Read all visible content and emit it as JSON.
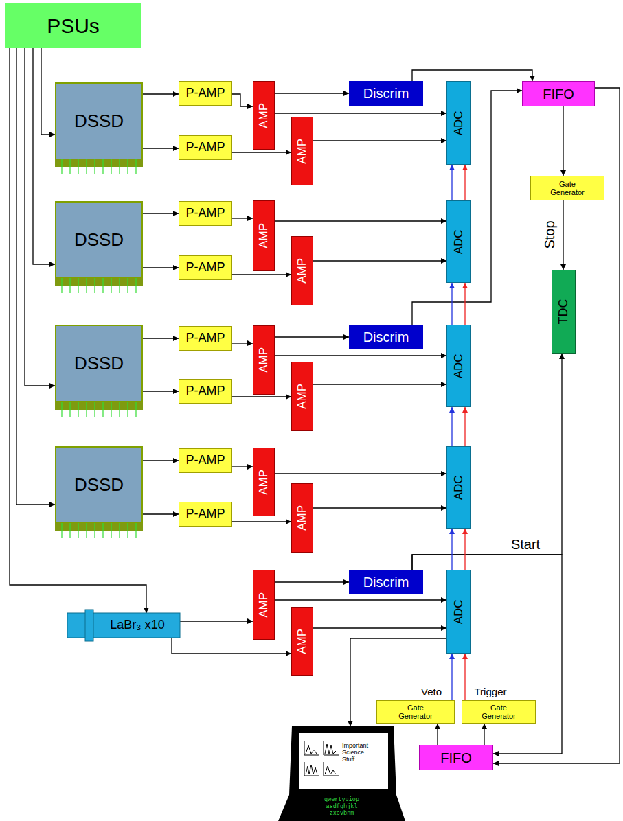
{
  "diagram": {
    "nodes": [
      {
        "text": [
          "PSUs"
        ]
      },
      {
        "text": [
          "DSSD"
        ]
      },
      {
        "text": [
          "P-AMP"
        ]
      },
      {
        "text": [
          "P-AMP"
        ]
      },
      {
        "text": [
          "AMP"
        ]
      },
      {
        "text": [
          "AMP"
        ]
      },
      {
        "text": [
          "Discrim"
        ]
      },
      {
        "text": [
          "ADC"
        ]
      },
      {
        "text": [
          "FIFO"
        ]
      },
      {
        "text": [
          "Gate Generator"
        ]
      },
      {
        "text": [
          "DSSD"
        ]
      },
      {
        "text": [
          "P-AMP"
        ]
      },
      {
        "text": [
          "P-AMP"
        ]
      },
      {
        "text": [
          "AMP"
        ]
      },
      {
        "text": [
          "AMP"
        ]
      },
      {
        "text": [
          "ADC"
        ]
      },
      {
        "text": [
          "TDC"
        ]
      },
      {
        "text": [
          "DSSD"
        ]
      },
      {
        "text": [
          "P-AMP"
        ]
      },
      {
        "text": [
          "P-AMP"
        ]
      },
      {
        "text": [
          "AMP"
        ]
      },
      {
        "text": [
          "AMP"
        ]
      },
      {
        "text": [
          "Discrim"
        ]
      },
      {
        "text": [
          "ADC"
        ]
      },
      {
        "text": [
          "DSSD"
        ]
      },
      {
        "text": [
          "P-AMP"
        ]
      },
      {
        "text": [
          "P-AMP"
        ]
      },
      {
        "text": [
          "AMP"
        ]
      },
      {
        "text": [
          "AMP"
        ]
      },
      {
        "text": [
          "ADC"
        ]
      },
      {
        "text": [
          "AMP"
        ]
      },
      {
        "text": [
          "Discrim"
        ]
      },
      {
        "text": [
          "LaBr₃ x10"
        ]
      },
      {
        "text": [
          "AMP"
        ]
      },
      {
        "text": [
          "ADC"
        ]
      },
      {
        "text": [
          "Gate Generator"
        ]
      },
      {
        "text": [
          "Gate Generator"
        ]
      },
      {
        "text": [
          "FIFO"
        ]
      },
      {
        "text": [
          "Important Science Stuff.",
          "qwertyuiop asdfghjkl zxcvbnm"
        ]
      }
    ],
    "edges": [
      {
        "from": 0,
        "to": 1,
        "arrow": "to"
      },
      {
        "from": 0,
        "to": 10,
        "arrow": "to"
      },
      {
        "from": 0,
        "to": 17,
        "arrow": "to"
      },
      {
        "from": 0,
        "to": 24,
        "arrow": "to"
      },
      {
        "from": 0,
        "to": 32,
        "arrow": "to"
      },
      {
        "from": 1,
        "to": 2,
        "arrow": "to"
      },
      {
        "from": 1,
        "to": 3,
        "arrow": "to"
      },
      {
        "from": 2,
        "to": 4,
        "arrow": "to"
      },
      {
        "from": 3,
        "to": 5,
        "arrow": "to"
      },
      {
        "from": 4,
        "to": 6,
        "arrow": "to"
      },
      {
        "from": 4,
        "to": 7,
        "arrow": "to"
      },
      {
        "from": 5,
        "to": 7,
        "arrow": "to"
      },
      {
        "from": 6,
        "to": 8,
        "arrow": "to"
      },
      {
        "from": 10,
        "to": 11,
        "arrow": "to"
      },
      {
        "from": 10,
        "to": 12,
        "arrow": "to"
      },
      {
        "from": 11,
        "to": 13,
        "arrow": "to"
      },
      {
        "from": 12,
        "to": 14,
        "arrow": "to"
      },
      {
        "from": 13,
        "to": 15,
        "arrow": "to"
      },
      {
        "from": 14,
        "to": 15,
        "arrow": "to"
      },
      {
        "from": 17,
        "to": 18,
        "arrow": "to"
      },
      {
        "from": 17,
        "to": 19,
        "arrow": "to"
      },
      {
        "from": 18,
        "to": 20,
        "arrow": "to"
      },
      {
        "from": 19,
        "to": 21,
        "arrow": "to"
      },
      {
        "from": 20,
        "to": 22,
        "arrow": "to"
      },
      {
        "from": 20,
        "to": 23,
        "arrow": "to"
      },
      {
        "from": 21,
        "to": 23,
        "arrow": "to"
      },
      {
        "from": 22,
        "to": 8,
        "arrow": "to"
      },
      {
        "from": 24,
        "to": 25,
        "arrow": "to"
      },
      {
        "from": 24,
        "to": 26,
        "arrow": "to"
      },
      {
        "from": 25,
        "to": 27,
        "arrow": "to"
      },
      {
        "from": 26,
        "to": 28,
        "arrow": "to"
      },
      {
        "from": 27,
        "to": 29,
        "arrow": "to"
      },
      {
        "from": 28,
        "to": 29,
        "arrow": "to"
      },
      {
        "from": 32,
        "to": 30,
        "arrow": "to"
      },
      {
        "from": 32,
        "to": 33,
        "arrow": "to"
      },
      {
        "from": 30,
        "to": 31,
        "arrow": "to"
      },
      {
        "from": 30,
        "to": 34,
        "arrow": "to"
      },
      {
        "from": 33,
        "to": 34,
        "arrow": "to"
      },
      {
        "from": 31,
        "to": 16,
        "label": "Start",
        "arrow": "to"
      },
      {
        "from": 31,
        "to": 37,
        "arrow": "to"
      },
      {
        "from": 8,
        "to": 9,
        "arrow": "to"
      },
      {
        "from": 9,
        "to": 16,
        "label": "Stop",
        "arrow": "to"
      },
      {
        "from": 8,
        "to": 37,
        "arrow": "to"
      },
      {
        "from": 37,
        "to": 35,
        "arrow": "to"
      },
      {
        "from": 37,
        "to": 36,
        "arrow": "to"
      },
      {
        "from": 35,
        "to": 34,
        "label": "Veto",
        "arrow": "to"
      },
      {
        "from": 36,
        "to": 34,
        "label": "Trigger",
        "arrow": "to"
      },
      {
        "from": 34,
        "to": 29,
        "arrow": "to"
      },
      {
        "from": 34,
        "to": 29,
        "arrow": "to"
      },
      {
        "from": 29,
        "to": 23,
        "arrow": "to"
      },
      {
        "from": 29,
        "to": 23,
        "arrow": "to"
      },
      {
        "from": 23,
        "to": 15,
        "arrow": "to"
      },
      {
        "from": 23,
        "to": 15,
        "arrow": "to"
      },
      {
        "from": 15,
        "to": 7,
        "arrow": "to"
      },
      {
        "from": 15,
        "to": 7,
        "arrow": "to"
      },
      {
        "from": 34,
        "to": 38,
        "arrow": "to"
      }
    ]
  }
}
